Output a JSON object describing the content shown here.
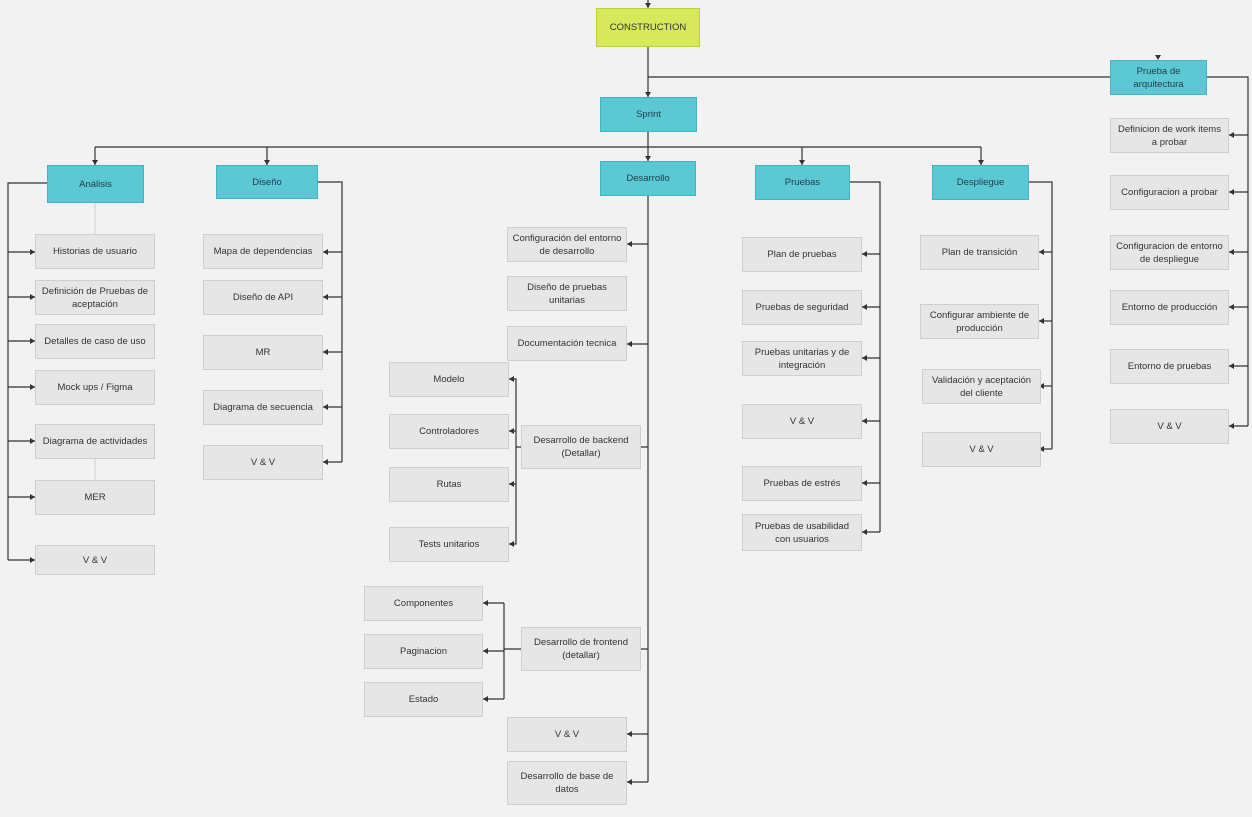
{
  "diagram": {
    "root": "CONSTRUCTION",
    "sprint": "Sprint",
    "arquitectura": {
      "title": "Prueba de arquitectura",
      "items": [
        "Definicion de work items a probar",
        "Configuracion a probar",
        "Configuracion de entorno de despliegue",
        "Entorno de producción",
        "Entorno de pruebas",
        "V & V"
      ]
    },
    "analisis": {
      "title": "Análisis",
      "items": [
        "Historias de usuario",
        "Definición de Pruebas de aceptación",
        "Detalles de caso de uso",
        "Mock ups / Figma",
        "Diagrama de actividades",
        "MER",
        "V & V"
      ]
    },
    "diseno": {
      "title": "Diseño",
      "items": [
        "Mapa de dependencias",
        "Diseño de API",
        "MR",
        "Diagrama de secuencia",
        "V & V"
      ]
    },
    "desarrollo": {
      "title": "Desarrollo",
      "items": [
        "Configuración del entorno de desarrollo",
        "Diseño de pruebas unitarias",
        "Documentación tecnica",
        "Desarrollo de backend (Detallar)",
        "Desarrollo de frontend (detallar)",
        "V & V",
        "Desarrollo de base de datos"
      ],
      "backend": [
        "Modelo",
        "Controladores",
        "Rutas",
        "Tests unitarios"
      ],
      "frontend": [
        "Componentes",
        "Paginacion",
        "Estado"
      ]
    },
    "pruebas": {
      "title": "Pruebas",
      "items": [
        "Plan de pruebas",
        "Pruebas de seguridad",
        "Pruebas unitarias y de integración",
        "V & V",
        "Pruebas de estrés",
        "Pruebas de usabilidad con usuarios"
      ]
    },
    "despliegue": {
      "title": "Despliegue",
      "items": [
        "Plan de transición",
        "Configurar ambiente de producción",
        "Validación y aceptación del cliente",
        "V & V"
      ]
    }
  }
}
